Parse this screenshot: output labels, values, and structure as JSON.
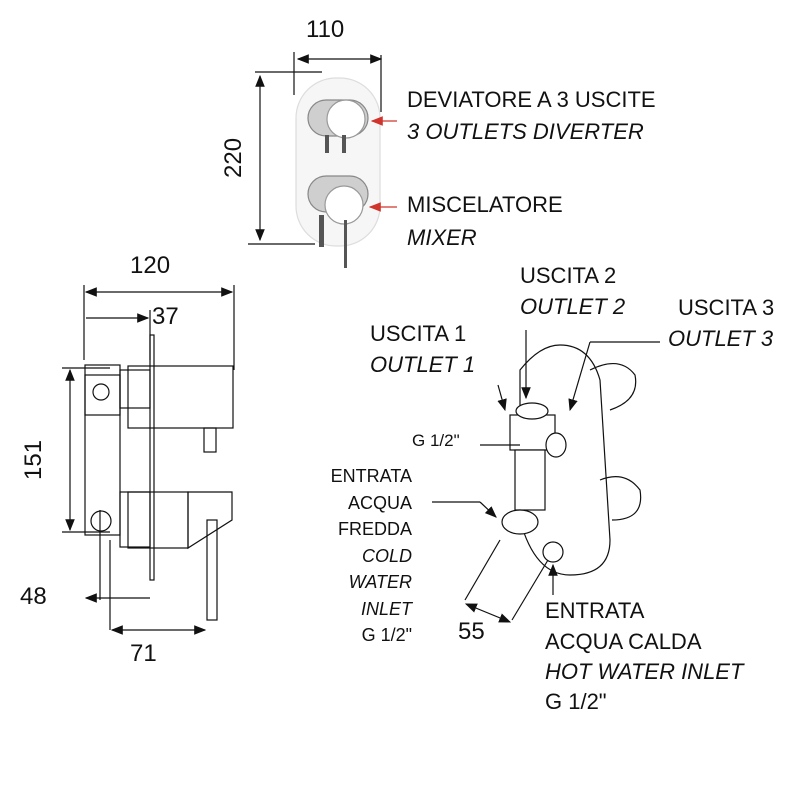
{
  "dimensions": {
    "width_plate": "110",
    "height_plate": "220",
    "depth_total": "120",
    "depth_plate": "37",
    "height_body": "151",
    "offset_inlet": "48",
    "depth_body": "71",
    "inlet_spacing": "55"
  },
  "labels": {
    "diverter_it": "DEVIATORE A 3 USCITE",
    "diverter_en": "3 OUTLETS DIVERTER",
    "mixer_it": "MISCELATORE",
    "mixer_en": "MIXER",
    "outlet1_it": "USCITA 1",
    "outlet1_en": "OUTLET 1",
    "outlet2_it": "USCITA 2",
    "outlet2_en": "OUTLET 2",
    "outlet3_it": "USCITA 3",
    "outlet3_en": "OUTLET 3",
    "outlet_thread": "G 1/2\"",
    "cold": [
      "ENTRATA",
      "ACQUA",
      "FREDDA",
      "COLD",
      "WATER",
      "INLET",
      "G 1/2\""
    ],
    "hot_it_1": "ENTRATA",
    "hot_it_2": "ACQUA CALDA",
    "hot_en": "HOT WATER INLET",
    "hot_thread": "G 1/2\""
  },
  "colors": {
    "arrow": "#d0342c",
    "line": "#111111"
  }
}
